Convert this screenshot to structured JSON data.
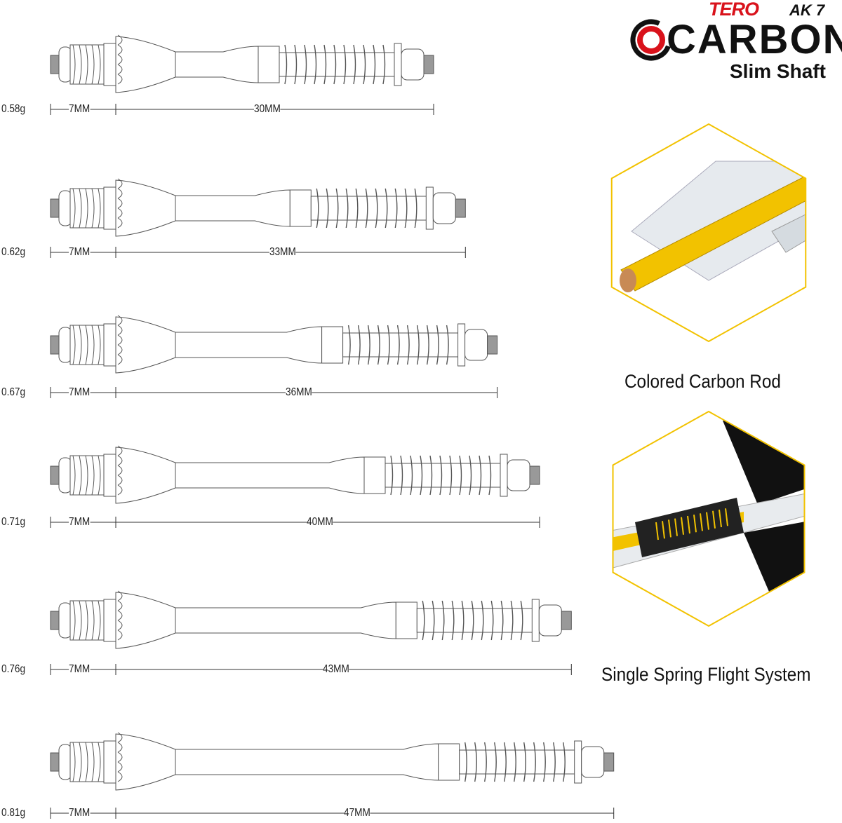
{
  "logo": {
    "brand": "TERO",
    "model": "AK 7",
    "name": "CARBON",
    "product": "Slim Shaft"
  },
  "colors": {
    "accent_yellow": "#f2c200",
    "brand_red": "#d9121b",
    "line": "#555555",
    "tip_grey": "#999999"
  },
  "shafts": [
    {
      "weight": "0.58g",
      "top_label": "7MM",
      "length_label": "30MM",
      "length_mm": 30
    },
    {
      "weight": "0.62g",
      "top_label": "7MM",
      "length_label": "33MM",
      "length_mm": 33
    },
    {
      "weight": "0.67g",
      "top_label": "7MM",
      "length_label": "36MM",
      "length_mm": 36
    },
    {
      "weight": "0.71g",
      "top_label": "7MM",
      "length_label": "40MM",
      "length_mm": 40
    },
    {
      "weight": "0.76g",
      "top_label": "7MM",
      "length_label": "43MM",
      "length_mm": 43
    },
    {
      "weight": "0.81g",
      "top_label": "7MM",
      "length_label": "47MM",
      "length_mm": 47
    }
  ],
  "features": [
    {
      "caption": "Colored Carbon Rod"
    },
    {
      "caption": "Single Spring Flight System"
    }
  ]
}
